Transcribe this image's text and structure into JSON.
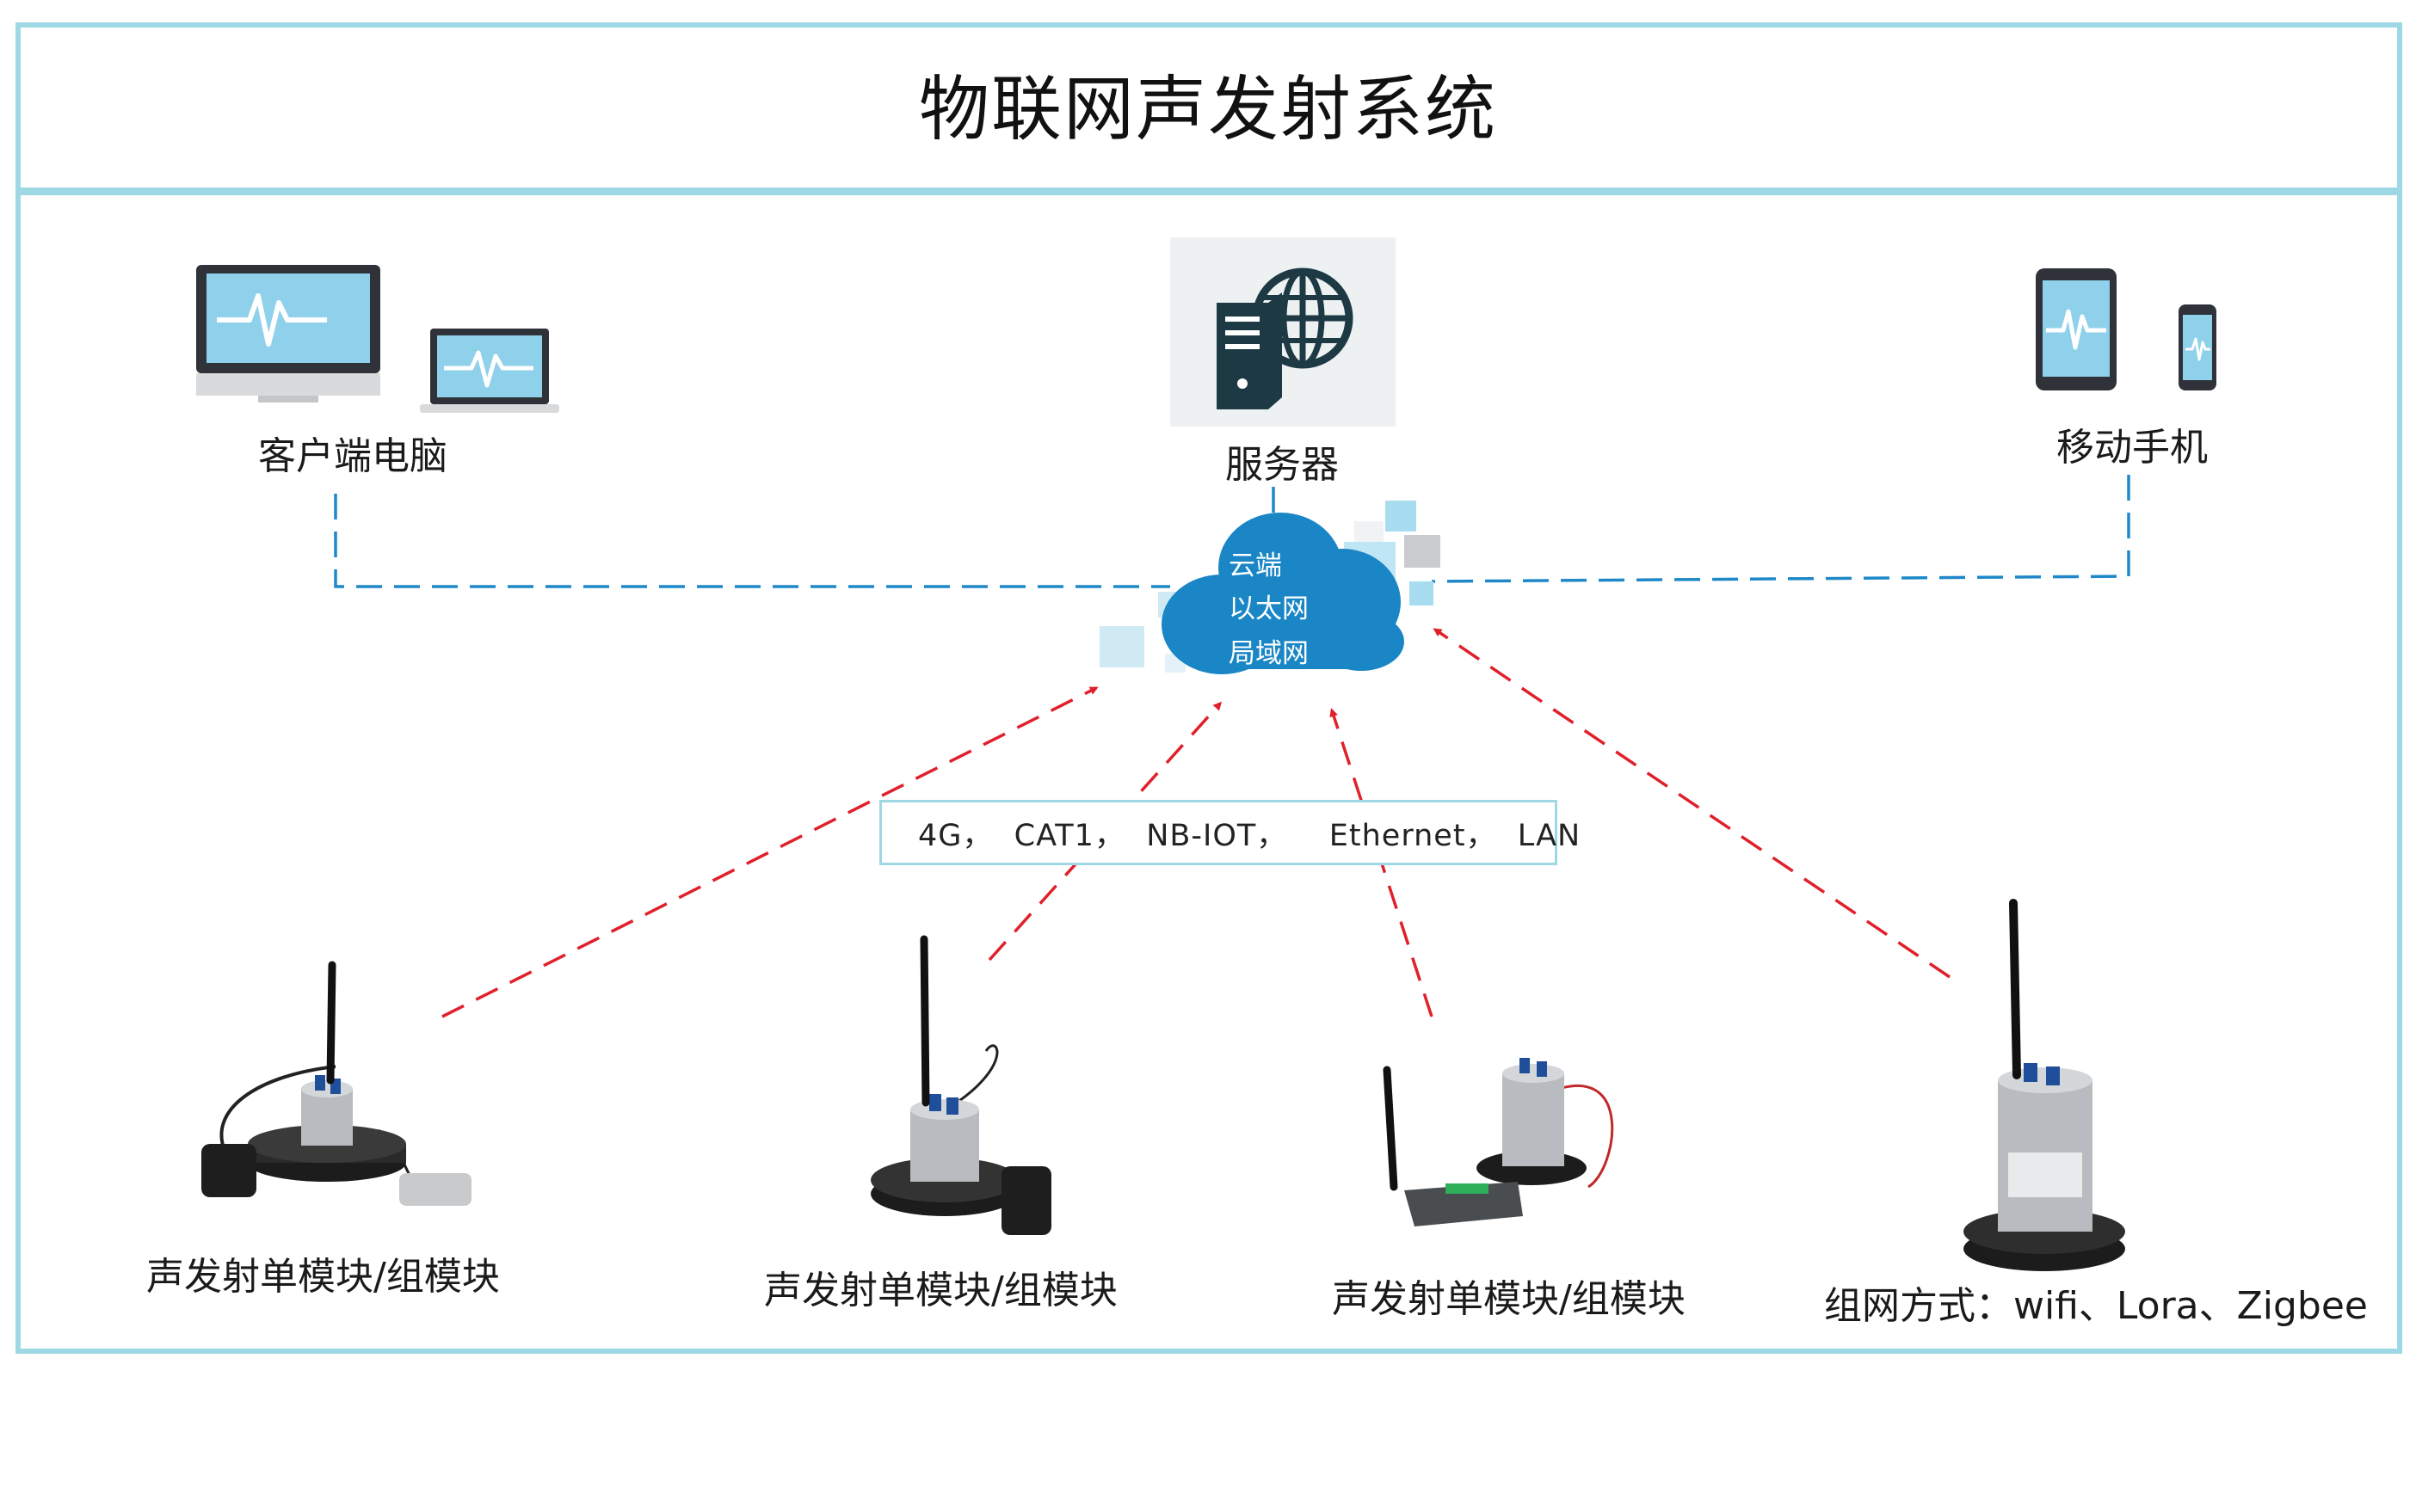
{
  "title": "物联网声发射系统",
  "nodes": {
    "client": "客户端电脑",
    "server": "服务器",
    "mobile": "移动手机"
  },
  "cloud": {
    "line1": "云端",
    "line2": "以太网",
    "line3": "局域网"
  },
  "protocols": "4G，  CAT1，  NB-IOT，    Ethernet，  LAN",
  "modules": [
    {
      "label": "声发射单模块/组模块"
    },
    {
      "label": "声发射单模块/组模块"
    },
    {
      "label": "声发射单模块/组模块"
    },
    {
      "label": "组网方式：wifi、Lora、Zigbee"
    }
  ],
  "colors": {
    "frame": "#9ed8e4",
    "dashed_link": "#1e88c8",
    "arrow": "#e0202a",
    "cloud": "#1a86c6",
    "screen": "#8fd0ea"
  },
  "icons": {
    "client": "monitor-and-laptop-icon",
    "server": "server-globe-icon",
    "mobile": "tablet-and-phone-icon",
    "cloud": "cloud-icon",
    "module": "acoustic-emission-sensor-with-antenna"
  }
}
